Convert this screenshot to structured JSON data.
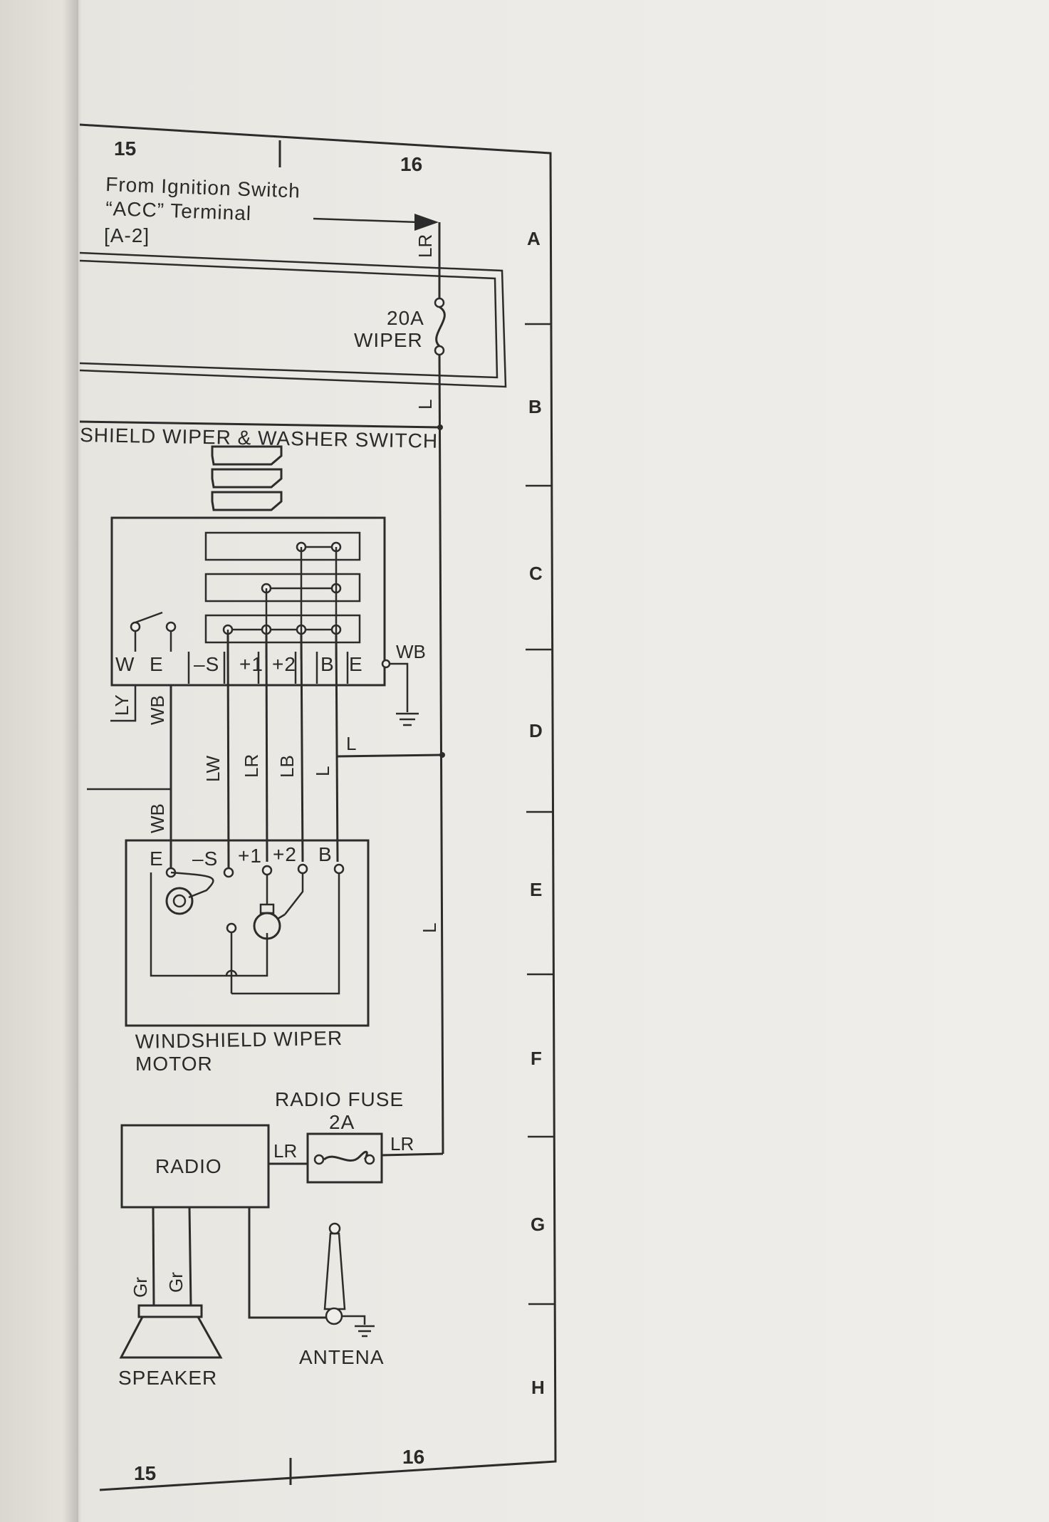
{
  "grid": {
    "columns_top": [
      "15",
      "16"
    ],
    "columns_bottom": [
      "15",
      "16"
    ],
    "rows": [
      "A",
      "B",
      "C",
      "D",
      "E",
      "F",
      "G",
      "H"
    ]
  },
  "source_note": {
    "line1": "From Ignition Switch",
    "line2": "“ACC” Terminal",
    "ref": "[A-2]"
  },
  "fuse_wiper": {
    "rating": "20A",
    "name": "WIPER"
  },
  "switch": {
    "title": "SHIELD WIPER & WASHER SWITCH",
    "terminals": [
      "W",
      "E",
      "–S",
      "+1",
      "+2",
      "B",
      "E"
    ]
  },
  "motor": {
    "title_line1": "WINDSHIELD WIPER",
    "title_line2": "MOTOR",
    "terminals": [
      "E",
      "–S",
      "+1",
      "+2",
      "B"
    ]
  },
  "radio_fuse": {
    "name": "RADIO FUSE",
    "rating": "2A"
  },
  "radio": {
    "label": "RADIO"
  },
  "speaker": {
    "label": "SPEAKER"
  },
  "antenna": {
    "label": "ANTENA"
  },
  "wires": {
    "lr_top": "LR",
    "l_b": "L",
    "wb_right": "WB",
    "ly": "LY",
    "wb_left": "WB",
    "wb_left2": "WB",
    "lw": "LW",
    "lr_mid": "LR",
    "lb": "LB",
    "l_mid": "L",
    "l_mid2": "L",
    "l_right": "L",
    "lr_radio_left": "LR",
    "lr_radio_right": "LR",
    "gr1": "Gr",
    "gr2": "Gr"
  }
}
